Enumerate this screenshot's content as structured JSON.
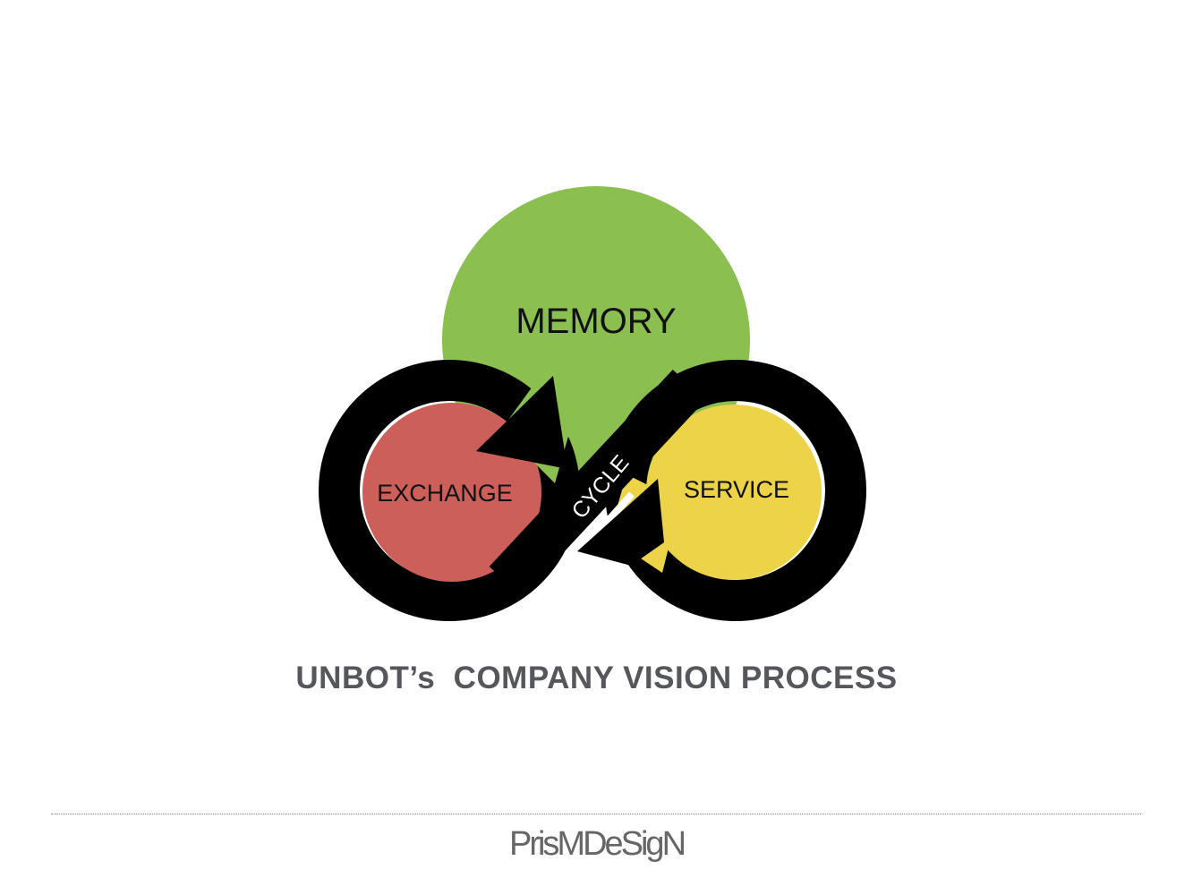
{
  "diagram": {
    "labels": {
      "memory": "MEMORY",
      "exchange": "EXCHANGE",
      "service": "SERVICE",
      "cycle": "CYCLE"
    },
    "colors": {
      "memory": "#8bbf50",
      "exchange": "#cd5f5a",
      "service": "#ecd347",
      "loop": "#000000"
    }
  },
  "title": "UNBOT’s  COMPANY VISION PROCESS",
  "footer": {
    "logo": "PrisMDeSigN"
  }
}
